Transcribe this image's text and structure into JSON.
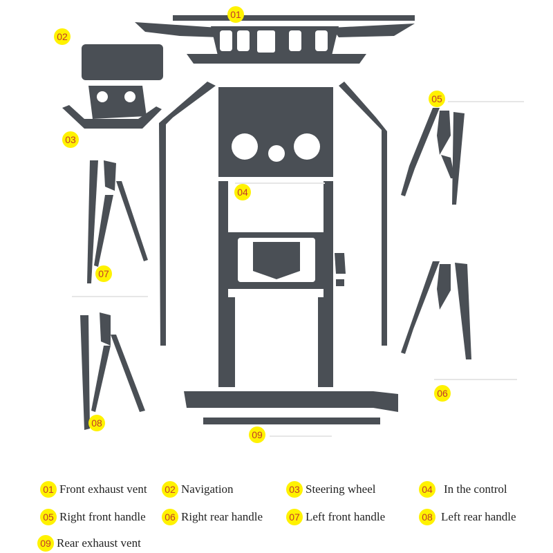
{
  "badge_color": "#fff200",
  "badge_text_color": "#c0392b",
  "part_color": "#4a4f55",
  "callouts": [
    "01",
    "02",
    "03",
    "04",
    "05",
    "06",
    "07",
    "08",
    "09"
  ],
  "legend": [
    {
      "num": "01",
      "label": "Front exhaust vent"
    },
    {
      "num": "02",
      "label": "Navigation"
    },
    {
      "num": "03",
      "label": "Steering wheel"
    },
    {
      "num": "04",
      "label": "In the control"
    },
    {
      "num": "05",
      "label": "Right front handle"
    },
    {
      "num": "06",
      "label": "Right rear handle"
    },
    {
      "num": "07",
      "label": "Left front handle"
    },
    {
      "num": "08",
      "label": "Left rear handle"
    },
    {
      "num": "09",
      "label": "Rear exhaust vent"
    }
  ]
}
